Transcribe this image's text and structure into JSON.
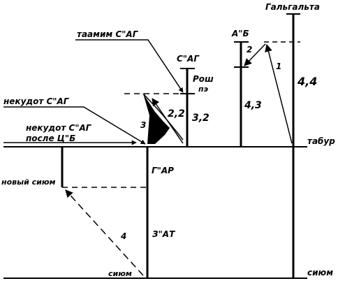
{
  "labels": {
    "galgalta": "Гальгальта",
    "a_b": "А\"Б",
    "taamim": "таамим С\"АГ",
    "sag": "С\"АГ",
    "rosh": "Рош",
    "pe": "пэ",
    "nekudot": "некудот С\"АГ",
    "nekudot_after_line1": "некудот С\"АГ",
    "nekudot_after_line2": "после Ц\"Б",
    "tabur_right": "табур",
    "new_sium": "новый сиюм",
    "gar": "Г\"АР",
    "zat": "З\"АТ",
    "sium_bottom": "сиюм",
    "sium_right": "сиюм",
    "num_1": "1",
    "num_2": "2",
    "num_3": "3",
    "num_4": "4",
    "val_2_2": "2,2",
    "val_3_2": "3,2",
    "val_4_3": "4,3",
    "val_4_4": "4,4"
  },
  "colors": {
    "ink": "#000000",
    "background": "#ffffff"
  }
}
